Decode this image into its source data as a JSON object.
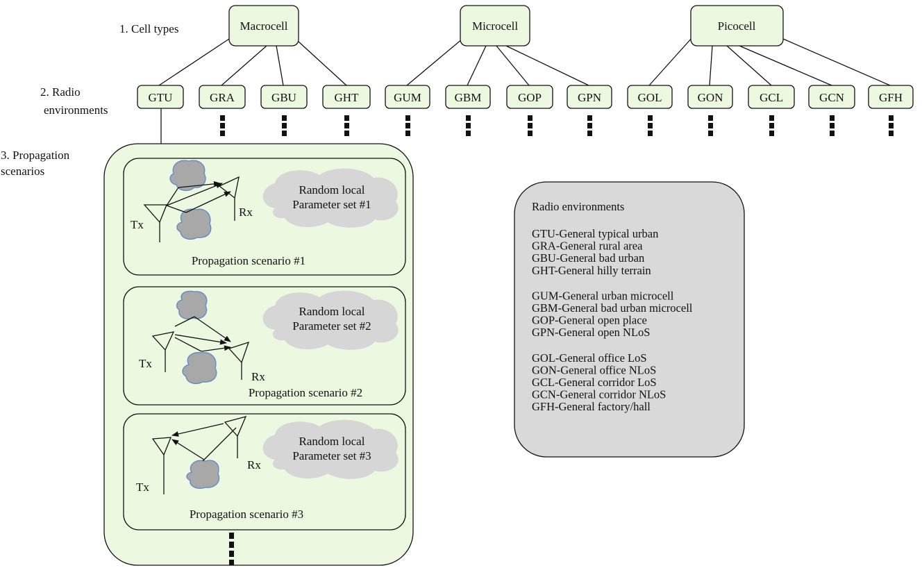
{
  "levels": {
    "cell_types": "1. Cell types",
    "radio_env_line1": "2. Radio",
    "radio_env_line2": "environments",
    "prop_line1": "3. Propagation",
    "prop_line2": "scenarios"
  },
  "cells": [
    "Macrocell",
    "Microcell",
    "Picocell"
  ],
  "envs": [
    "GTU",
    "GRA",
    "GBU",
    "GHT",
    "GUM",
    "GBM",
    "GOP",
    "GPN",
    "GOL",
    "GON",
    "GCL",
    "GCN",
    "GFH"
  ],
  "scenarios": [
    {
      "cloud_line1": "Random local",
      "cloud_line2": "Parameter set #1",
      "tx": "Tx",
      "rx": "Rx",
      "caption": "Propagation scenario #1"
    },
    {
      "cloud_line1": "Random local",
      "cloud_line2": "Parameter set #2",
      "tx": "Tx",
      "rx": "Rx",
      "caption": "Propagation scenario #2"
    },
    {
      "cloud_line1": "Random local",
      "cloud_line2": "Parameter set #3",
      "tx": "Tx",
      "rx": "Rx",
      "caption": "Propagation scenario #3"
    }
  ],
  "legend": {
    "title": "Radio environments",
    "groups": [
      [
        "GTU-General typical urban",
        "GRA-General rural area",
        "GBU-General bad urban",
        "GHT-General hilly terrain"
      ],
      [
        "GUM-General urban microcell",
        "GBM-General bad urban microcell",
        "GOP-General open place",
        "GPN-General open NLoS"
      ],
      [
        "GOL-General office LoS",
        "GON-General office NLoS",
        "GCL-General corridor LoS",
        "GCN-General corridor NLoS",
        "GFH-General factory/hall"
      ]
    ]
  },
  "colors": {
    "box_fill": "#ecf8df",
    "legend_fill": "#d9d9d9",
    "cloud_fill": "#d6d6d6",
    "scatterer_fill": "#a8a8a8",
    "scatterer_stroke": "#5b8ac6"
  }
}
